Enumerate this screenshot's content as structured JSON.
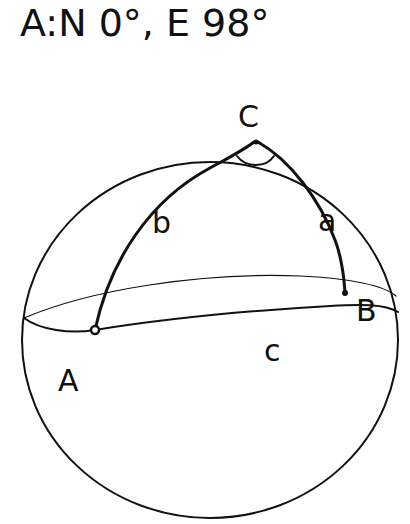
{
  "diagram": {
    "labels": [
      "A:N 0°, E 98°",
      "C",
      "b",
      "a",
      "B",
      "c",
      "A"
    ]
  }
}
